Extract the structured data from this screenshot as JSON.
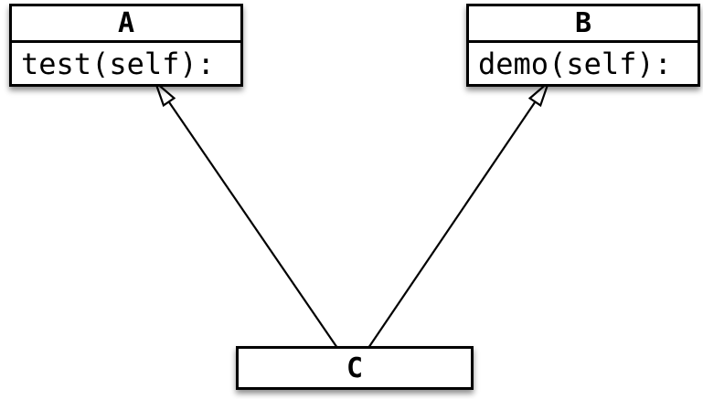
{
  "diagram": {
    "type": "uml-class-diagram",
    "background_color": "#ffffff",
    "stroke_color": "#000000",
    "box_fill_color": "#ffffff",
    "classes": [
      {
        "name": "A",
        "method": "test(self):"
      },
      {
        "name": "B",
        "method": "demo(self):"
      },
      {
        "name": "C",
        "method": ""
      }
    ],
    "relations": [
      {
        "from": "C",
        "to": "A",
        "type": "inheritance",
        "arrowhead": "hollow-triangle"
      },
      {
        "from": "C",
        "to": "B",
        "type": "inheritance",
        "arrowhead": "hollow-triangle"
      }
    ]
  }
}
